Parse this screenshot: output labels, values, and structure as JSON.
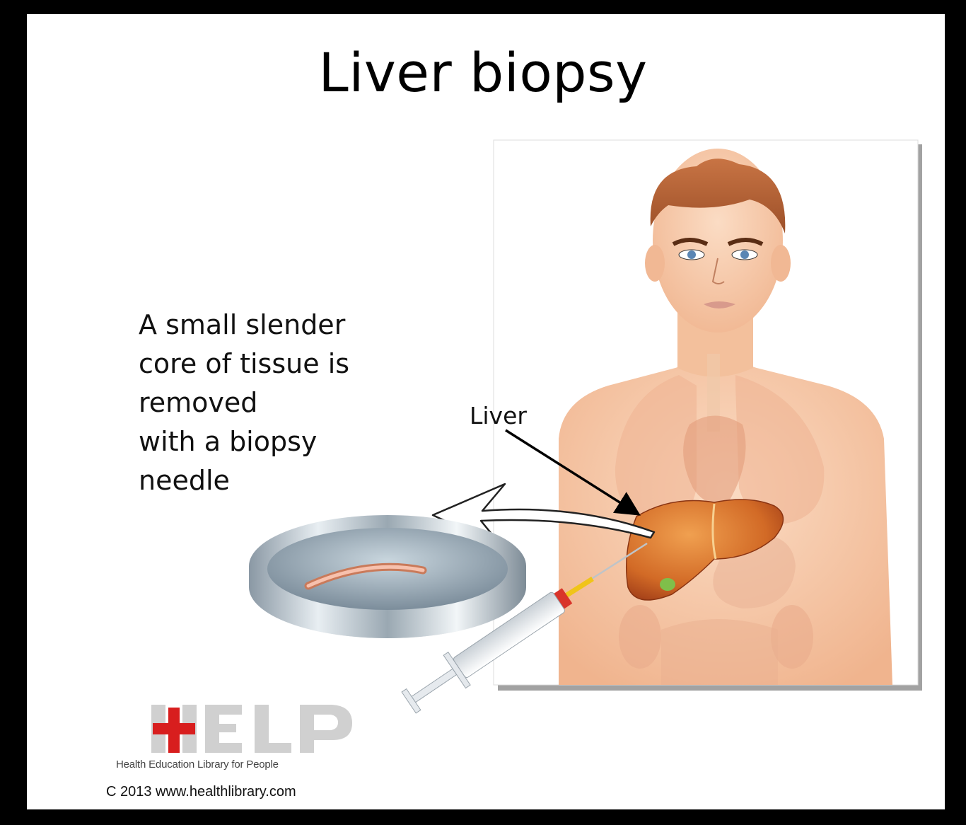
{
  "title": "Liver biopsy",
  "description": "A small slender\ncore of  tissue is\nremoved\nwith a biopsy\nneedle",
  "labels": {
    "liver": "Liver"
  },
  "logo": {
    "text": "HELP",
    "caption": "Health Education Library for People"
  },
  "copyright": "C 2013 www.healthlibrary.com",
  "colors": {
    "skin": "#f6c8a6",
    "hair": "#b8653a",
    "liver": "#d9742c",
    "liver_dark": "#a8441a",
    "dish": "#a9b6c0",
    "logo_red": "#d81e1e"
  }
}
